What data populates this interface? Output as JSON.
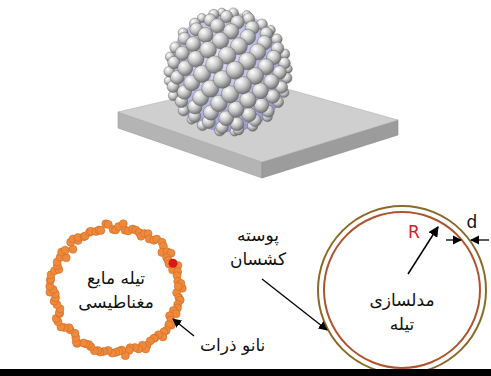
{
  "diagram": {
    "nodes": [
      {
        "text": [
          "تیله مایع مغناطیسی"
        ]
      },
      {
        "text": [
          "مدلسازی تیله"
        ]
      }
    ],
    "labels": [
      "پوسته کشسان",
      "نانو ذرات",
      "R",
      "d"
    ]
  }
}
